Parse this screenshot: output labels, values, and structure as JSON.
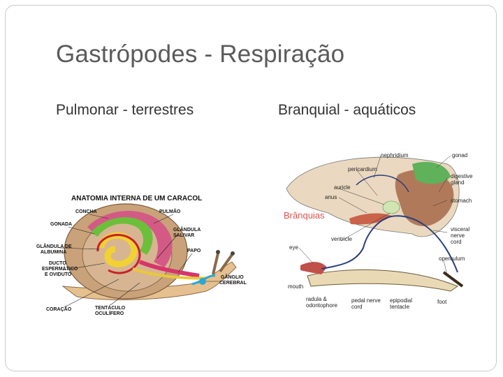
{
  "slide": {
    "title": "Gastrópodes - Respiração",
    "left_heading": "Pulmonar - terrestres",
    "right_heading": "Branquial - aquáticos"
  },
  "snail_diagram": {
    "title": "ANATOMIA INTERNA DE UM CARACOL",
    "labels": {
      "concha": "CONCHA",
      "pulmao": "PULMÃO",
      "gonada": "GONADA",
      "glandula_salivar_1": "GLÂNDULA",
      "glandula_salivar_2": "SALIVAR",
      "glandula_albumina_1": "GLÂNDULA DE",
      "glandula_albumina_2": "ALBUMINA",
      "papo": "PAPO",
      "ducto_1": "DUCTO",
      "ducto_2": "ESPERMÁTICO",
      "ducto_3": "E OVIDUTO",
      "ganglio_1": "GÂNGLIO",
      "ganglio_2": "CEREBRAL",
      "coracao": "CORAÇÃO",
      "tentaculo_1": "TENTÁCULO",
      "tentaculo_2": "OCULÍFERO"
    }
  },
  "gastropod_diagram": {
    "annotation": "Brânquias",
    "labels": {
      "nephridium": "nephridium",
      "gonad": "gonad",
      "pericardium": "pericardium",
      "digestive_1": "digestive",
      "digestive_2": "gland",
      "auricle": "auricle",
      "anus": "anus",
      "stomach": "stomach",
      "ventricle": "ventricle",
      "visceral_1": "visceral",
      "visceral_2": "nerve",
      "visceral_3": "cord",
      "eye": "eye",
      "operculum": "operculum",
      "mouth": "mouth",
      "radula_1": "radula &",
      "radula_2": "odontophore",
      "pedal_1": "pedal nerve",
      "pedal_2": "cord",
      "epipodial_1": "epipodial",
      "epipodial_2": "tentacle",
      "foot": "foot"
    }
  }
}
